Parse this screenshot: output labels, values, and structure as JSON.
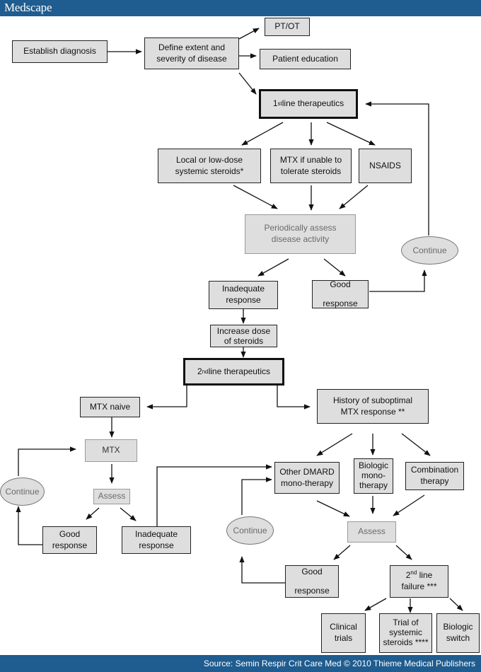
{
  "header": {
    "logo": "Medscape"
  },
  "footer": {
    "source": "Source: Semin Respir Crit Care Med © 2010 Thieme Medical Publishers"
  },
  "nodes": {
    "establish_diagnosis": "Establish diagnosis",
    "define_extent": "Define extent and\nseverity of disease",
    "pt_ot": "PT/OT",
    "patient_education": "Patient education",
    "first_line": {
      "ordinal": "1",
      "sup": "st",
      "rest": " line therapeutics"
    },
    "local_steroids": "Local or low-dose\nsystemic steroids*",
    "mtx_unable": "MTX if unable to\ntolerate steroids",
    "nsaids": "NSAIDS",
    "periodically_assess": "Periodically assess\ndisease activity",
    "continue_top": "Continue",
    "inadequate_response_1": "Inadequate\nresponse",
    "good_response_1": "Good\n\nresponse",
    "increase_dose": "Increase dose\nof steroids",
    "second_line": {
      "ordinal": "2",
      "sup": "nd",
      "rest": " line therapeutics"
    },
    "mtx_naive": "MTX naive",
    "history_suboptimal": "History of suboptimal\nMTX response **",
    "mtx": "MTX",
    "continue_left": "Continue",
    "assess_left": "Assess",
    "good_response_2": "Good\nresponse",
    "inadequate_response_2": "Inadequate\nresponse",
    "other_dmard": "Other DMARD\nmono-therapy",
    "biologic_mono": "Biologic\nmono-\ntherapy",
    "combination": "Combination\ntherapy",
    "continue_mid": "Continue",
    "assess_right": "Assess",
    "good_response_3": "Good\n\nresponse",
    "second_line_failure": {
      "ordinal": "2",
      "sup": "nd",
      "rest": " line\nfailure ***"
    },
    "clinical_trials": "Clinical\ntrials",
    "trial_systemic": "Trial of\nsystemic\nsteroids ****",
    "biologic_switch": "Biologic\nswitch"
  }
}
